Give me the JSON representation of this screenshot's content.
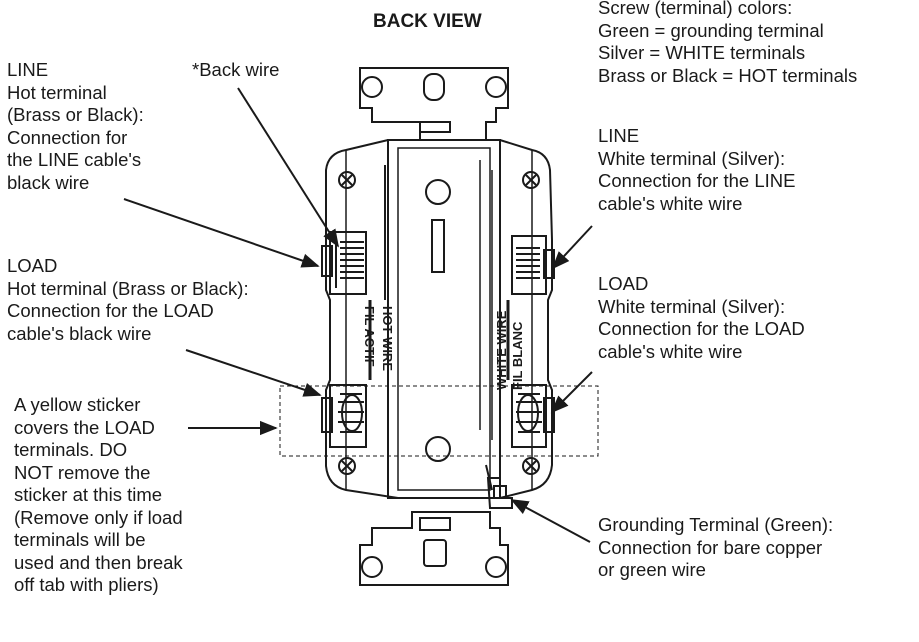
{
  "title": "BACK VIEW",
  "legend": {
    "heading": "Screw (terminal) colors:",
    "lines": [
      "Green = grounding terminal",
      "Silver = WHITE terminals",
      "Brass or Black = HOT terminals"
    ]
  },
  "line_hot": {
    "heading": "LINE",
    "lines": [
      "Hot terminal",
      "(Brass or Black):",
      "Connection for",
      "the LINE cable's",
      "black wire"
    ]
  },
  "back_wire": {
    "label": "*Back wire"
  },
  "line_white": {
    "heading": "LINE",
    "lines": [
      "White terminal (Silver):",
      "Connection for the LINE",
      "cable's white wire"
    ]
  },
  "load_hot": {
    "heading": "LOAD",
    "lines": [
      "Hot terminal (Brass or Black):",
      "Connection for the LOAD",
      "cable's black wire"
    ]
  },
  "load_white": {
    "heading": "LOAD",
    "lines": [
      "White terminal (Silver):",
      "Connection for the LOAD",
      "cable's white wire"
    ]
  },
  "sticker_note": {
    "lines": [
      "A yellow sticker",
      "covers the LOAD",
      "terminals. DO",
      "NOT remove the",
      "sticker at this time",
      "(Remove only if load",
      "terminals will be",
      "used and then break",
      "off tab with pliers)"
    ]
  },
  "ground": {
    "lines": [
      "Grounding Terminal (Green):",
      "Connection for bare copper",
      "or green wire"
    ]
  },
  "device_marks": {
    "hot_wire": "HOT WIRE",
    "fil_actif": "FIL ACTIF",
    "white_wire": "WHITE WIRE",
    "fil_blanc": "FIL BLANC"
  }
}
